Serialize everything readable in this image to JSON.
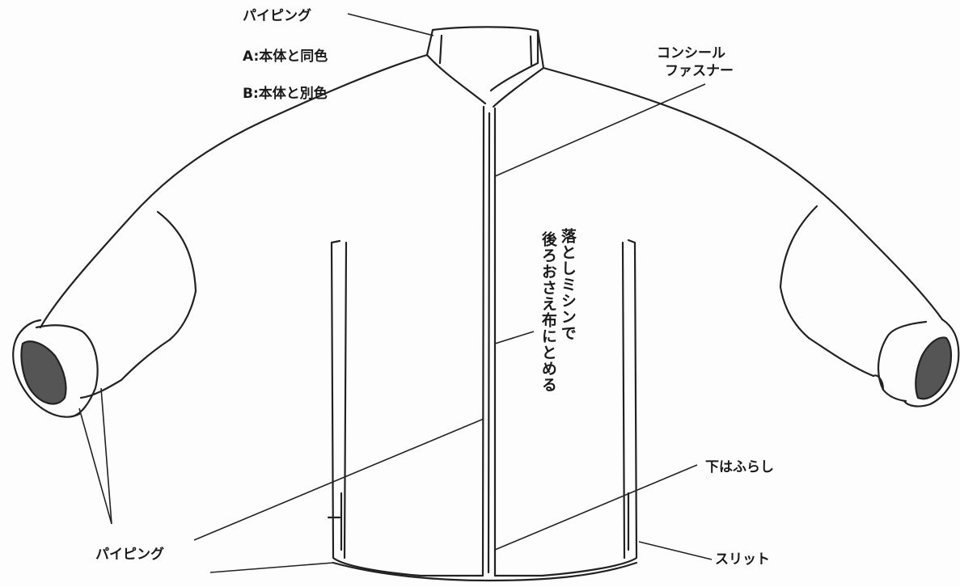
{
  "labels": {
    "piping_top": "パイピング",
    "option_a": "A:本体と同色",
    "option_b": "B:本体と別色",
    "concealed_zipper_line1": "コンシール",
    "concealed_zipper_line2": "ファスナー",
    "stitch_note_line1": "落としミシンで",
    "stitch_note_line2": "後ろおさえ布にとめる",
    "hem_below": "下はふらし",
    "piping_bottom": "パイピング",
    "slit": "スリット"
  }
}
